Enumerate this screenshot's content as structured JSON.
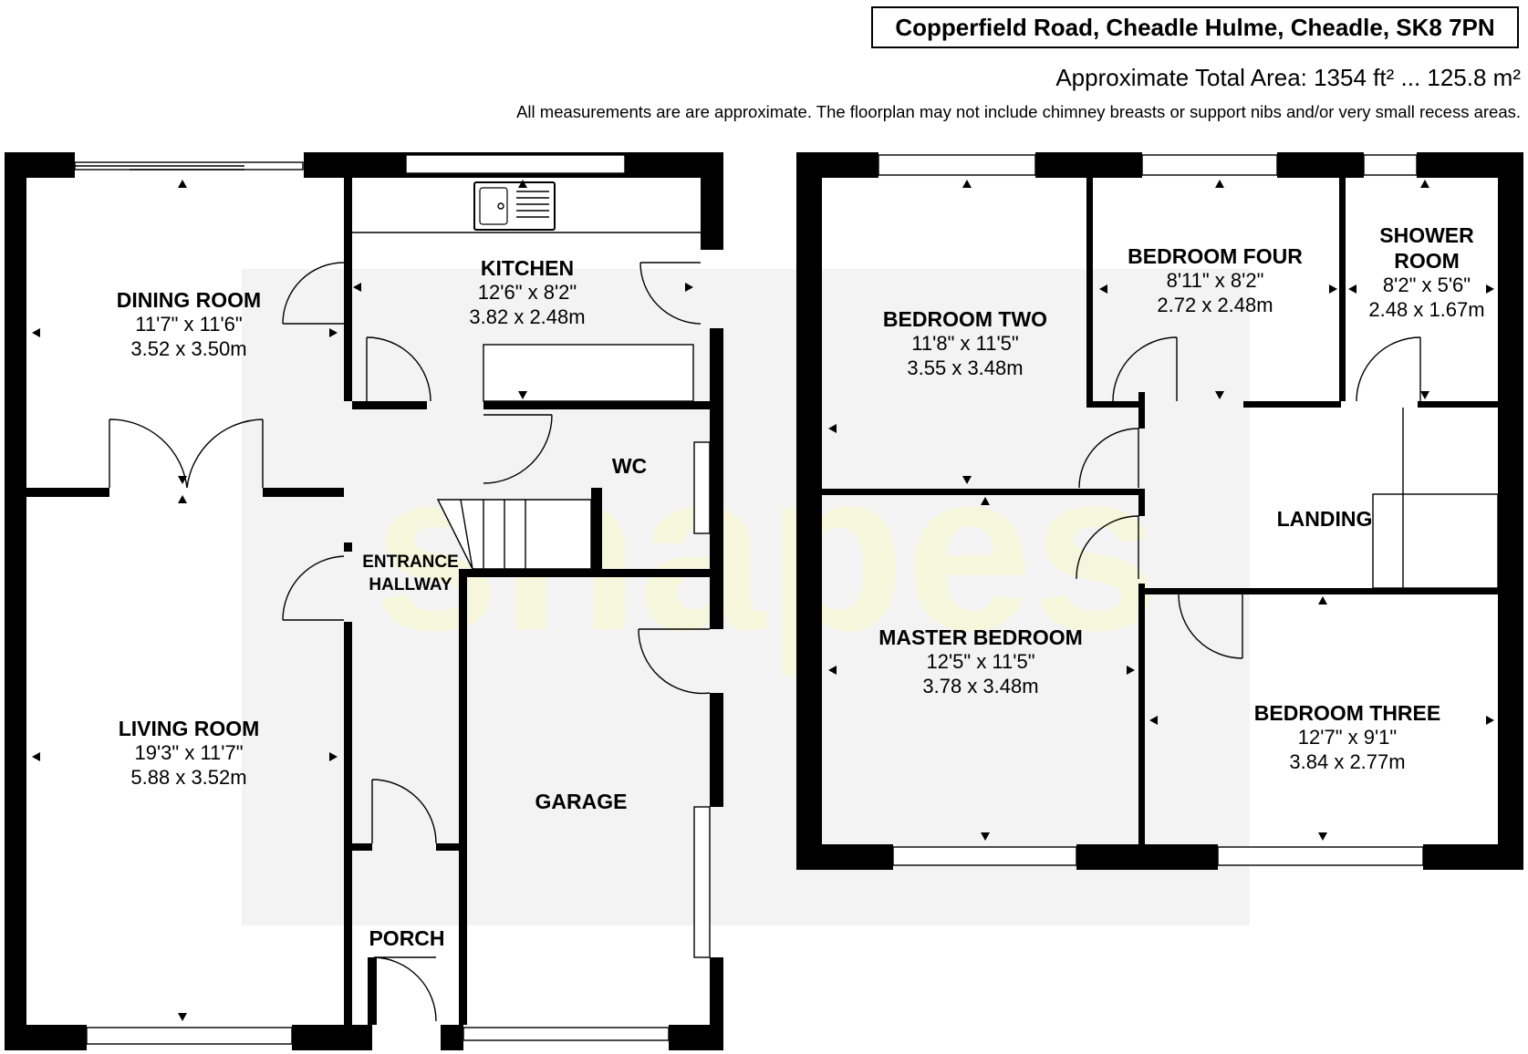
{
  "header": {
    "address": "Copperfield Road, Cheadle Hulme, Cheadle, SK8 7PN",
    "total_area": "Approximate Total Area: 1354 ft² ... 125.8 m²",
    "disclaimer": "All measurements are are approximate. The floorplan may not include chimney breasts or support nibs and/or very small recess areas."
  },
  "watermark": {
    "text": "snapes"
  },
  "ground_floor": {
    "dining_room": {
      "name": "DINING ROOM",
      "imperial": "11'7\" x 11'6\"",
      "metric": "3.52 x 3.50m"
    },
    "kitchen": {
      "name": "KITCHEN",
      "imperial": "12'6\" x 8'2\"",
      "metric": "3.82 x 2.48m"
    },
    "wc": {
      "name": "WC"
    },
    "entrance_hallway": {
      "name_line1": "ENTRANCE",
      "name_line2": "HALLWAY"
    },
    "living_room": {
      "name": "LIVING ROOM",
      "imperial": "19'3\" x 11'7\"",
      "metric": "5.88 x 3.52m"
    },
    "garage": {
      "name": "GARAGE"
    },
    "porch": {
      "name": "PORCH"
    }
  },
  "first_floor": {
    "bedroom_two": {
      "name": "BEDROOM TWO",
      "imperial": "11'8\" x 11'5\"",
      "metric": "3.55 x 3.48m"
    },
    "bedroom_four": {
      "name": "BEDROOM FOUR",
      "imperial": "8'11\" x 8'2\"",
      "metric": "2.72 x 2.48m"
    },
    "shower_room": {
      "name_line1": "SHOWER",
      "name_line2": "ROOM",
      "imperial": "8'2\" x 5'6\"",
      "metric": "2.48 x 1.67m"
    },
    "landing": {
      "name": "LANDING"
    },
    "master_bedroom": {
      "name": "MASTER BEDROOM",
      "imperial": "12'5\" x 11'5\"",
      "metric": "3.78 x 3.48m"
    },
    "bedroom_three": {
      "name": "BEDROOM THREE",
      "imperial": "12'7\" x 9'1\"",
      "metric": "3.84 x 2.77m"
    }
  },
  "colors": {
    "wall": "#000000",
    "watermark": "#f6f6dd",
    "floor": "#f2f2f2"
  }
}
